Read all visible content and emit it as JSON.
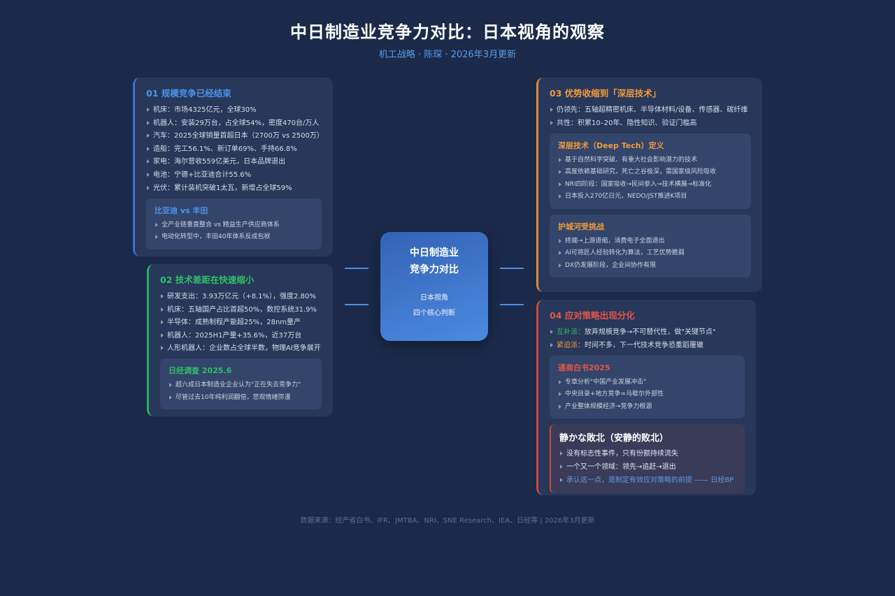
{
  "header": {
    "title": "中日制造业竞争力对比：日本视角的观察",
    "subtitle": "机工战略 · 陈琛 · 2026年3月更新"
  },
  "center": {
    "title_line1": "中日制造业",
    "title_line2": "竞争力对比",
    "sub_line1": "日本视角",
    "sub_line2": "四个核心判断"
  },
  "card1": {
    "title": "01 规模竞争已经结束",
    "items": [
      "机床：市场4325亿元，全球30%",
      "机器人：安装29万台，占全球54%，密度470台/万人",
      "汽车：2025全球销量首超日本（2700万 vs 2500万）",
      "造船：完工56.1%、新订单69%、手持66.8%",
      "家电：海尔营收559亿美元，日本品牌退出",
      "电池：宁德+比亚迪合计55.6%",
      "光伏：累计装机突破1太瓦，新增占全球59%"
    ],
    "sub": {
      "title": "比亚迪 vs 丰田",
      "items": [
        "全产业链垂直整合 vs 精益生产供应商体系",
        "电动化转型中，丰田40年体系反成包袱"
      ]
    }
  },
  "card2": {
    "title": "02 技术差距在快速缩小",
    "items": [
      "研发支出：3.93万亿元（+8.1%），强度2.80%",
      "机床：五轴国产占比首超50%，数控系统31.9%",
      "半导体：成熟制程产能超25%，28nm量产",
      "机器人：2025H1产量+35.6%，近37万台",
      "人形机器人：企业数占全球半数，物理AI竞争展开"
    ],
    "sub": {
      "title": "日经调查 2025.6",
      "items": [
        "超六成日本制造业企业认为\"正在失去竞争力\"",
        "尽管过去10年纯利润翻倍，悲观情绪弥漫"
      ]
    }
  },
  "card3": {
    "title": "03 优势收缩到「深层技术」",
    "items": [
      "仍领先：五轴超精密机床、半导体材料/设备、传感器、碳纤维",
      "共性：积累10–20年、隐性知识、验证门槛高"
    ],
    "sub1": {
      "title": "深层技术（Deep Tech）定义",
      "items": [
        "基于自然科学突破、有重大社会影响潜力的技术",
        "高度依赖基础研究，死亡之谷极深，需国家级风险吸收",
        "NRI四阶段：国家吸收→民间参入→技术横展→标准化",
        "日本投入270亿日元，NEDO/JST推进K项目"
      ]
    },
    "sub2": {
      "title": "护城河受挑战",
      "items": [
        "终端→上游退缩，消费电子全面退出",
        "AI可将匠人经验转化为算法，工艺优势脆弱",
        "DX仍发展阶段，企业间协作有限"
      ]
    }
  },
  "card4": {
    "title": "04 应对策略出现分化",
    "items": [
      {
        "label": "互补派：",
        "text": "放弃规模竞争→不可替代性，做\"关键节点\""
      },
      {
        "label": "紧迫派：",
        "text": "时间不多，下一代技术竞争恐重蹈覆辙"
      }
    ],
    "sub1": {
      "title": "通商白书2025",
      "items": [
        "专章分析\"中国产业发展冲击\"",
        "中央目录+地方竞争=马歇尔外部性",
        "产业整体规模经济→竞争力根源"
      ]
    },
    "sub2": {
      "title": "静かな敗北（安静的败北）",
      "items": [
        "没有标志性事件，只有份额持续流失",
        "一个又一个领域：领先→追赶→退出"
      ],
      "note": "承认这一点，是制定有效应对策略的前提 —— 日经BP"
    }
  },
  "footer": "数据来源：经产省白书、IFR、JMTBA、NRI、SNE Research、IEA、日经等 | 2026年3月更新",
  "colors": {
    "background": "#1b2a4a",
    "card": "#28385a",
    "blue": "#3e72d1",
    "green": "#27b261",
    "orange": "#e08a30",
    "red": "#d0453b"
  }
}
